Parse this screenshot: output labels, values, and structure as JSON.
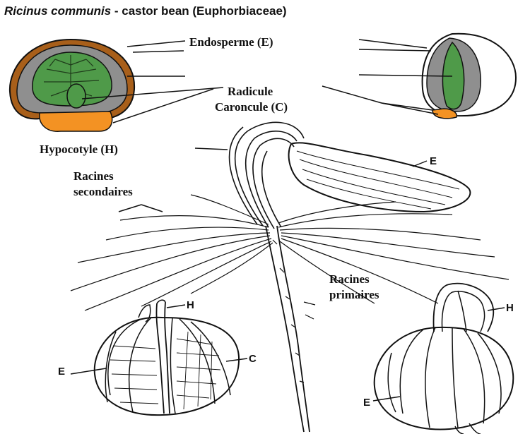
{
  "title": {
    "species": "Ricinus communis",
    "rest": " - castor bean (Euphorbiaceae)"
  },
  "labels": {
    "endosperme": "Endosperme (E)",
    "radicule": "Radicule",
    "caroncule": "Caroncule (C)",
    "hypocotyle": "Hypocotyle (H)",
    "racines_secondaires_1": "Racines",
    "racines_secondaires_2": "secondaires",
    "racines_primaires_1": "Racines",
    "racines_primaires_2": "primaires"
  },
  "markers": {
    "e_top_right": "E",
    "h_bottom_left": "H",
    "e_bottom_left": "E",
    "c_bottom_left": "C",
    "h_bottom_right": "H",
    "e_bottom_right": "E"
  },
  "colors": {
    "endosperm": "#8f8f8f",
    "embryo": "#4f9a49",
    "seed_coat": "#a85f1a",
    "caruncle": "#f39223",
    "ink": "#111111"
  }
}
